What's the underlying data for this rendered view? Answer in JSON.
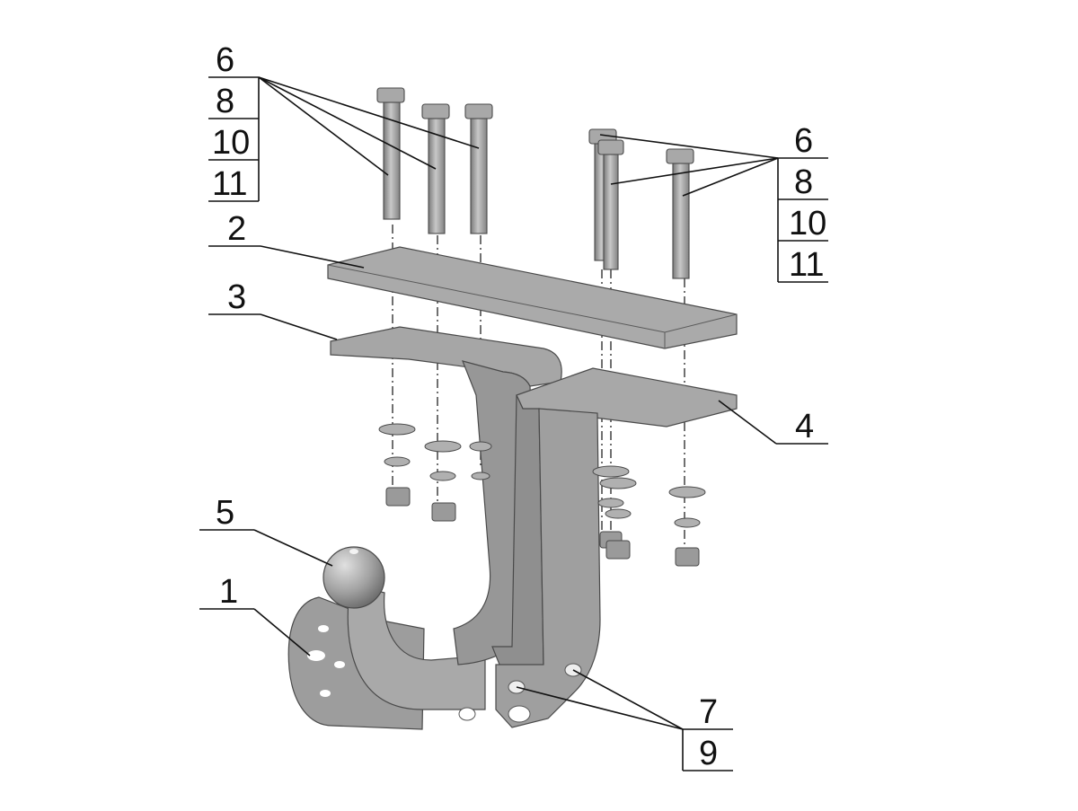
{
  "callouts": {
    "group_left": [
      "6",
      "8",
      "10",
      "11"
    ],
    "group_right": [
      "6",
      "8",
      "10",
      "11"
    ],
    "group_bottom": [
      "7",
      "9"
    ],
    "plate_top": "2",
    "bracket_left": "3",
    "bracket_right": "4",
    "ball": "5",
    "hook_body": "1"
  },
  "colors": {
    "part_fill": "#9a9a9a",
    "part_light": "#bdbdbd",
    "part_dark": "#6e6e6e",
    "line": "#222222",
    "background": "#ffffff"
  }
}
